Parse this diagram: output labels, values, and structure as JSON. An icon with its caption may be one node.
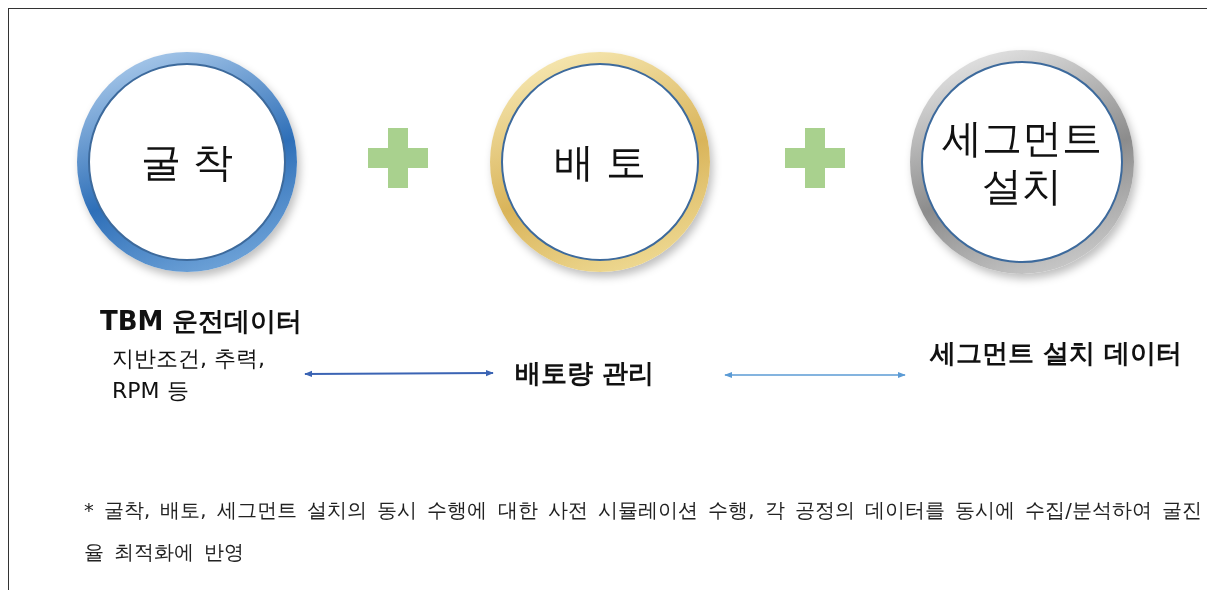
{
  "diagram": {
    "nodes": [
      {
        "text": [
          "굴 착"
        ]
      },
      {
        "text": [
          "배 토"
        ]
      },
      {
        "text": [
          "세그먼트 설치"
        ]
      },
      {
        "text": [
          "TBM 운전데이터",
          "지반조건, 추력, RPM 등"
        ]
      },
      {
        "text": [
          "배토량 관리"
        ]
      },
      {
        "text": [
          "세그먼트 설치 데이터"
        ]
      }
    ],
    "edges": [
      {
        "from": 3,
        "to": 4,
        "arrow": "both",
        "color": "#3b64b4"
      },
      {
        "from": 4,
        "to": 5,
        "arrow": "both",
        "color": "#5b9bd5"
      }
    ],
    "labels": [
      "* 굴착, 배토, 세그먼트 설치의 동시 수행에 대한 사전 시뮬레이션 수행, 각 공정의 데이터를 동시에 수집/분석하여 굴진율 최적화에 반영"
    ]
  }
}
